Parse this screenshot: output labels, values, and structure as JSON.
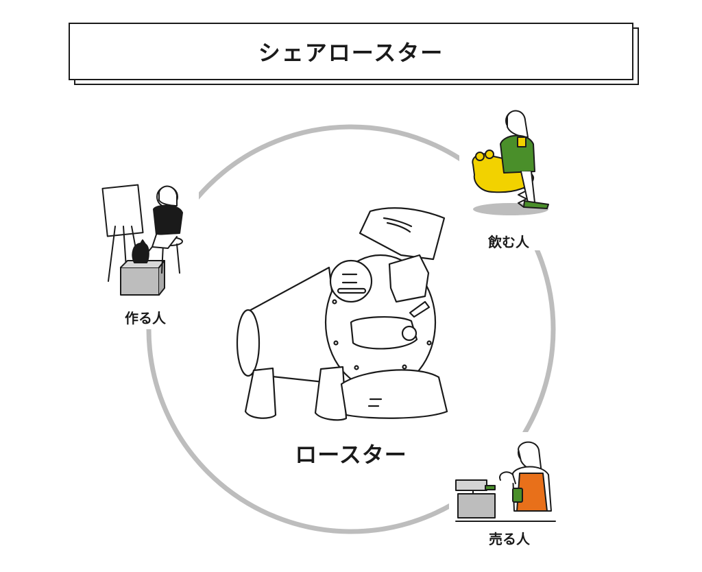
{
  "title": "シェアロースター",
  "center": {
    "label": "ロースター"
  },
  "participants": [
    {
      "id": "maker",
      "label": "作る人",
      "icon": "painter-icon"
    },
    {
      "id": "drinker",
      "label": "飲む人",
      "icon": "drinker-icon"
    },
    {
      "id": "seller",
      "label": "売る人",
      "icon": "seller-icon"
    }
  ],
  "colors": {
    "circle": "#bdbdbd",
    "line": "#1a1a1a",
    "green": "#4a8f2a",
    "yellow": "#f2d200",
    "orange": "#e8701a",
    "gray": "#bdbdbd"
  }
}
